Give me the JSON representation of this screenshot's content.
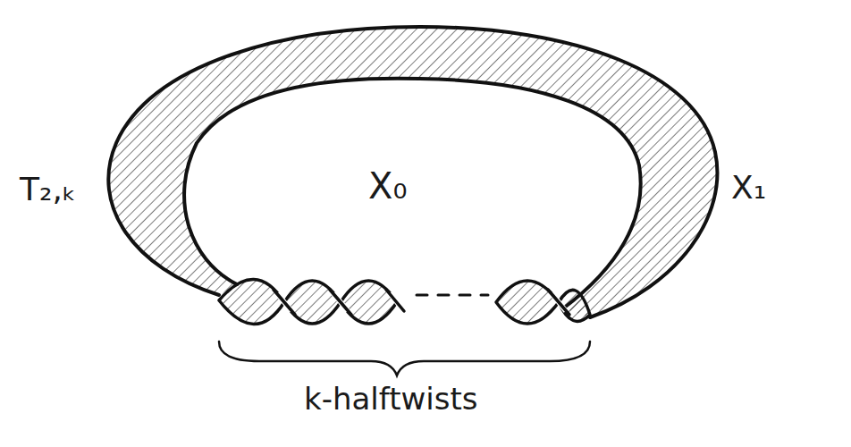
{
  "diagram": {
    "labels": [
      "T₂,ₖ",
      "X₀",
      "X₁",
      "k-halftwists"
    ]
  }
}
